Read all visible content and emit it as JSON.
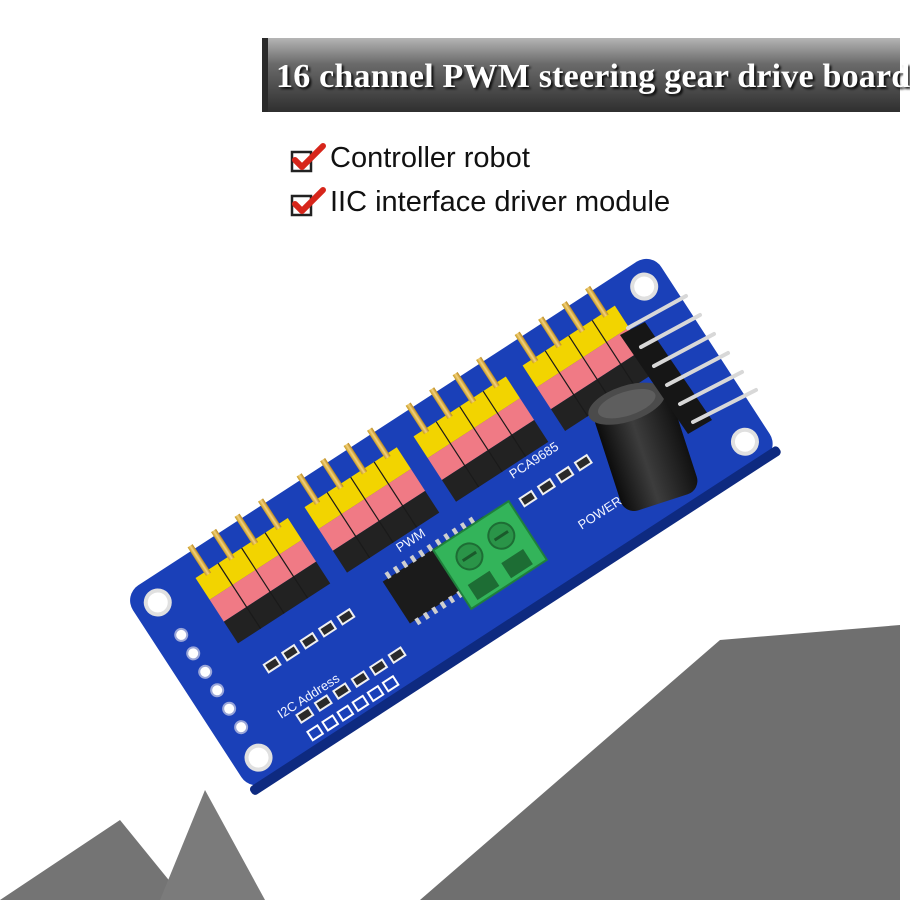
{
  "banner": {
    "title": "16 channel PWM steering gear drive board"
  },
  "features": [
    {
      "icon": "checkmark-icon",
      "label": "Controller robot"
    },
    {
      "icon": "checkmark-icon",
      "label": "IIC interface driver module"
    }
  ],
  "colors": {
    "banner_dark": "#4a4a4a",
    "check_red": "#d7261b",
    "pcb_blue": "#1a40b8",
    "header_yellow": "#f2d400",
    "header_red": "#f07a85",
    "terminal_green": "#33b45a",
    "capacitor": "#1a1a1a"
  }
}
